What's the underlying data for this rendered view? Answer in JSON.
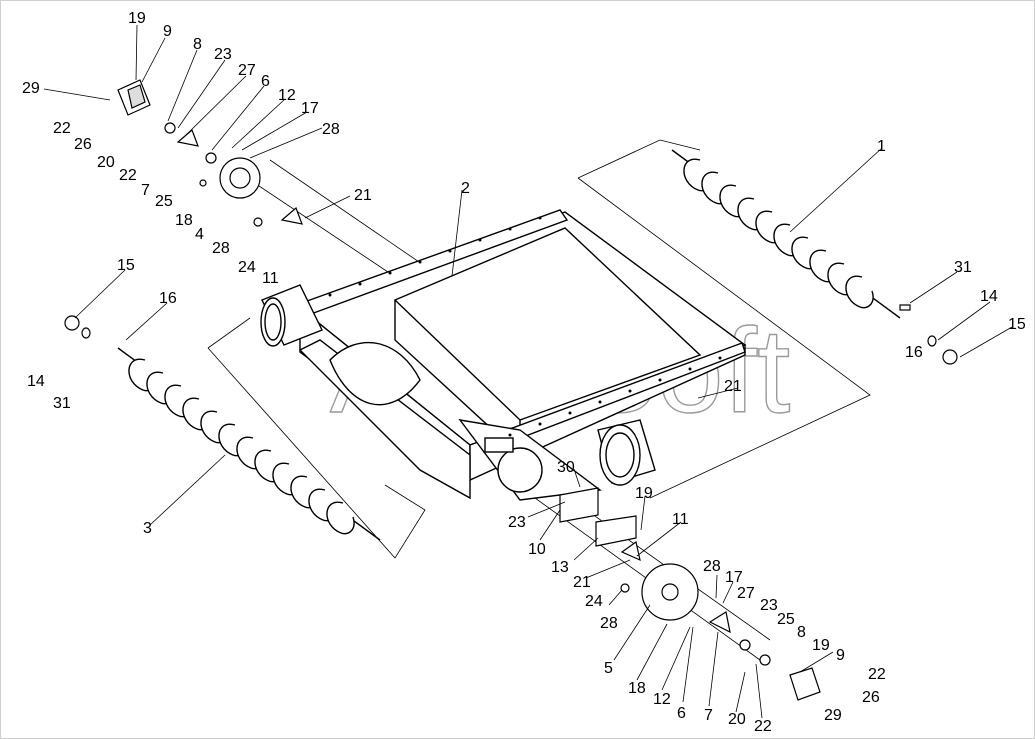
{
  "watermark": "AutoSoft",
  "callouts": [
    {
      "id": "c1",
      "text": "19"
    },
    {
      "id": "c2",
      "text": "9"
    },
    {
      "id": "c3",
      "text": "8"
    },
    {
      "id": "c4",
      "text": "23"
    },
    {
      "id": "c5",
      "text": "29"
    },
    {
      "id": "c6",
      "text": "27"
    },
    {
      "id": "c7",
      "text": "6"
    },
    {
      "id": "c8",
      "text": "12"
    },
    {
      "id": "c9",
      "text": "17"
    },
    {
      "id": "c10",
      "text": "28"
    },
    {
      "id": "c11",
      "text": "22"
    },
    {
      "id": "c12",
      "text": "26"
    },
    {
      "id": "c13",
      "text": "20"
    },
    {
      "id": "c14",
      "text": "22"
    },
    {
      "id": "c15",
      "text": "7"
    },
    {
      "id": "c16",
      "text": "25"
    },
    {
      "id": "c17",
      "text": "18"
    },
    {
      "id": "c18",
      "text": "4"
    },
    {
      "id": "c19",
      "text": "28"
    },
    {
      "id": "c20",
      "text": "24"
    },
    {
      "id": "c21",
      "text": "11"
    },
    {
      "id": "c22",
      "text": "21"
    },
    {
      "id": "c23",
      "text": "2"
    },
    {
      "id": "c24",
      "text": "1"
    },
    {
      "id": "c25",
      "text": "15"
    },
    {
      "id": "c26",
      "text": "16"
    },
    {
      "id": "c27",
      "text": "14"
    },
    {
      "id": "c28",
      "text": "31"
    },
    {
      "id": "c29",
      "text": "3"
    },
    {
      "id": "c30",
      "text": "31"
    },
    {
      "id": "c31",
      "text": "14"
    },
    {
      "id": "c32",
      "text": "15"
    },
    {
      "id": "c33",
      "text": "16"
    },
    {
      "id": "c34",
      "text": "21"
    },
    {
      "id": "c35",
      "text": "30"
    },
    {
      "id": "c36",
      "text": "19"
    },
    {
      "id": "c37",
      "text": "23"
    },
    {
      "id": "c38",
      "text": "10"
    },
    {
      "id": "c39",
      "text": "11"
    },
    {
      "id": "c40",
      "text": "13"
    },
    {
      "id": "c41",
      "text": "21"
    },
    {
      "id": "c42",
      "text": "28"
    },
    {
      "id": "c43",
      "text": "17"
    },
    {
      "id": "c44",
      "text": "24"
    },
    {
      "id": "c45",
      "text": "27"
    },
    {
      "id": "c46",
      "text": "23"
    },
    {
      "id": "c47",
      "text": "28"
    },
    {
      "id": "c48",
      "text": "25"
    },
    {
      "id": "c49",
      "text": "8"
    },
    {
      "id": "c50",
      "text": "5"
    },
    {
      "id": "c51",
      "text": "19"
    },
    {
      "id": "c52",
      "text": "9"
    },
    {
      "id": "c53",
      "text": "22"
    },
    {
      "id": "c54",
      "text": "18"
    },
    {
      "id": "c55",
      "text": "12"
    },
    {
      "id": "c56",
      "text": "6"
    },
    {
      "id": "c57",
      "text": "7"
    },
    {
      "id": "c58",
      "text": "20"
    },
    {
      "id": "c59",
      "text": "22"
    },
    {
      "id": "c60",
      "text": "26"
    },
    {
      "id": "c61",
      "text": "29"
    }
  ]
}
